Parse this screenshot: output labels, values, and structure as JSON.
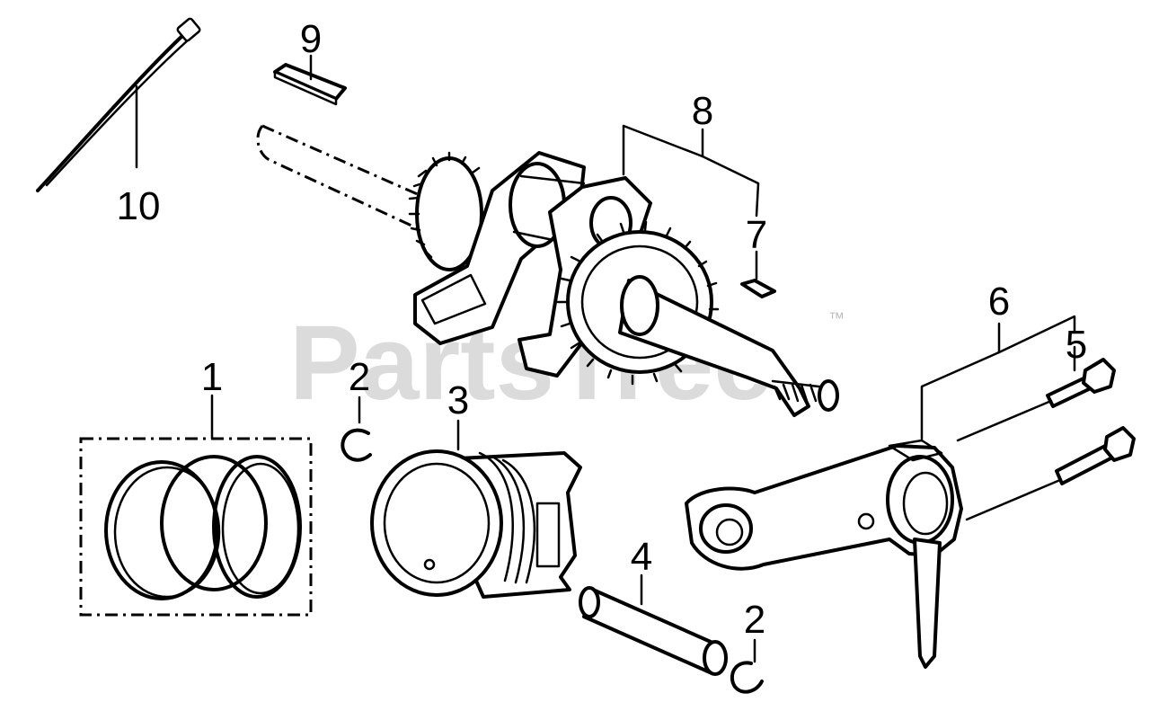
{
  "watermark": {
    "text": "PartsTree",
    "trademark": "™"
  },
  "callouts": {
    "c1": "1",
    "c2a": "2",
    "c2b": "2",
    "c3": "3",
    "c4": "4",
    "c5": "5",
    "c6": "6",
    "c7": "7",
    "c8": "8",
    "c9": "9",
    "c10": "10"
  }
}
